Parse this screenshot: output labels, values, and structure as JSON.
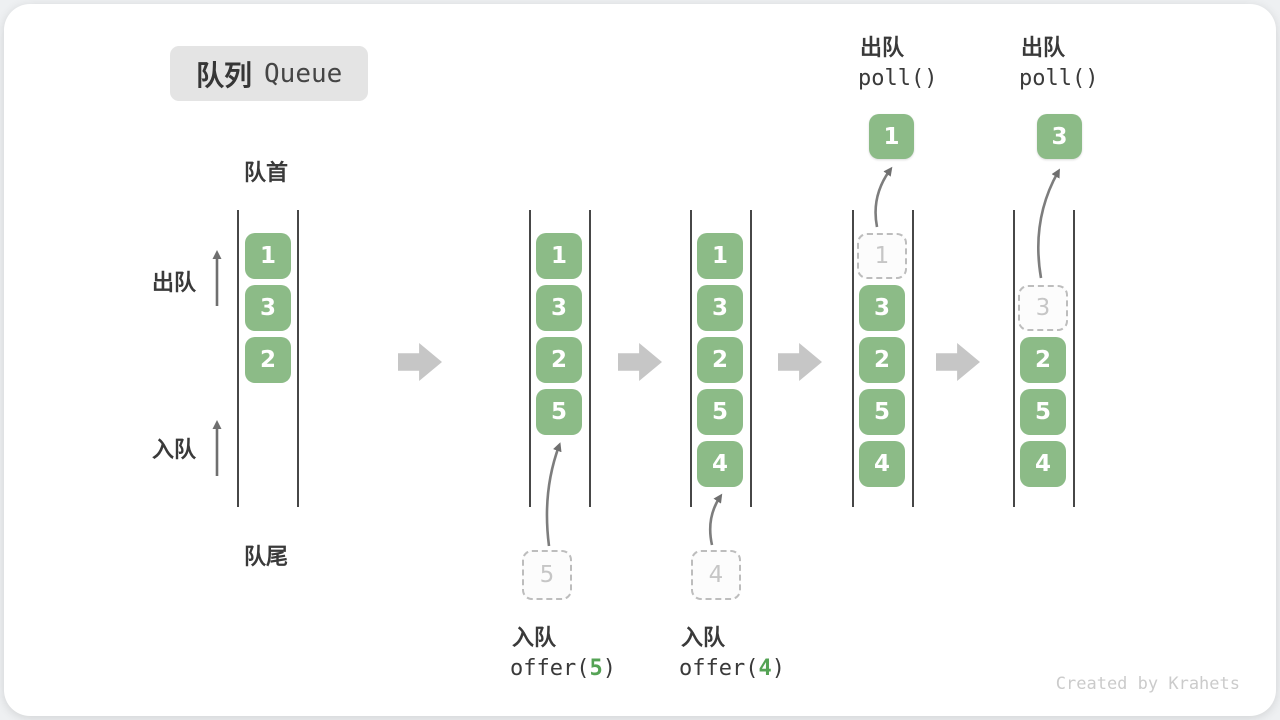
{
  "title": {
    "zh": "队列",
    "en": "Queue"
  },
  "labels": {
    "front": "队首",
    "rear": "队尾",
    "dequeue": "出队",
    "enqueue": "入队"
  },
  "poll_ops": [
    {
      "label": "出队",
      "code": "poll()",
      "result": "1"
    },
    {
      "label": "出队",
      "code": "poll()",
      "result": "3"
    }
  ],
  "offer_ops": [
    {
      "label": "入队",
      "fn": "offer(",
      "arg": "5",
      "close": ")",
      "incoming": "5"
    },
    {
      "label": "入队",
      "fn": "offer(",
      "arg": "4",
      "close": ")",
      "incoming": "4"
    }
  ],
  "queue_states": [
    {
      "slots": [
        "1",
        "3",
        "2"
      ]
    },
    {
      "slots": [
        "1",
        "3",
        "2",
        "5"
      ]
    },
    {
      "slots": [
        "1",
        "3",
        "2",
        "5",
        "4"
      ]
    },
    {
      "ghost": "1",
      "slots": [
        "3",
        "2",
        "5",
        "4"
      ]
    },
    {
      "ghost": "3",
      "slots": [
        "2",
        "5",
        "4"
      ]
    }
  ],
  "colors": {
    "cell_green": "#8cbb87",
    "arg_green": "#55a355",
    "block_arrow_gray": "#c6c6c6",
    "dashed_gray": "#bdbdbd",
    "text_dark": "#3a3a3a"
  },
  "credit": "Created by Krahets"
}
